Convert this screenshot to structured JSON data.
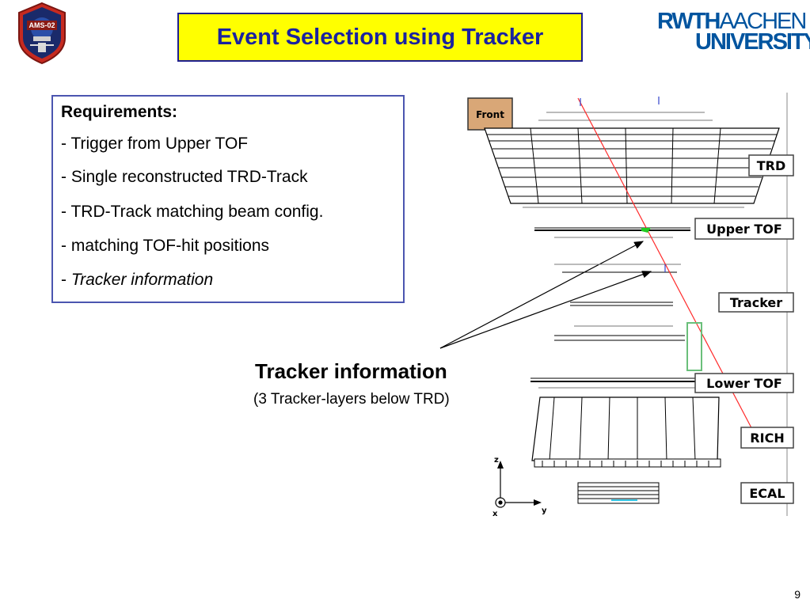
{
  "logo_left": {
    "text": "AMS-02"
  },
  "title": "Event Selection using Tracker",
  "logo_right": {
    "line1_bold": "RWTH",
    "line1_rest": "AACHEN",
    "line2": "UNIVERSITY"
  },
  "requirements": {
    "heading": "Requirements:",
    "items": [
      {
        "prefix": "- ",
        "text": "Trigger from Upper TOF"
      },
      {
        "prefix": "- ",
        "text": "Single reconstructed TRD-Track"
      },
      {
        "prefix": "- ",
        "text": "TRD-Track matching beam config."
      },
      {
        "prefix": "- ",
        "text": "matching TOF-hit positions"
      },
      {
        "prefix": "- ",
        "text": "Tracker information"
      }
    ]
  },
  "annotation": {
    "title": "Tracker information",
    "subtitle": "(3 Tracker-layers below TRD)"
  },
  "detector": {
    "labels": {
      "front": "Front",
      "trd": "TRD",
      "upper_tof": "Upper TOF",
      "tracker": "Tracker",
      "lower_tof": "Lower TOF",
      "rich": "RICH",
      "ecal": "ECAL"
    },
    "axes": {
      "z": "z",
      "y": "y",
      "x": "x"
    },
    "colors": {
      "track": "#ff2a2a",
      "hit": "#22cc22",
      "box": "#6abf7a",
      "cyan": "#33c6e6"
    }
  },
  "page_number": "9"
}
